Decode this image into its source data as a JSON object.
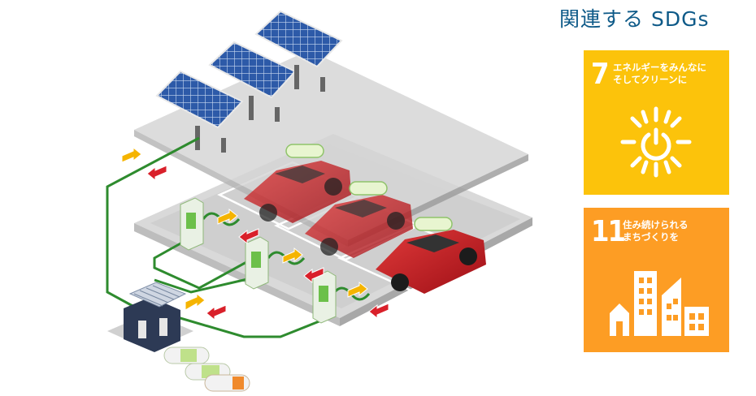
{
  "sdgs": {
    "title": "関連する SDGs",
    "goal7": {
      "number": "7",
      "text_line1": "エネルギーをみんなに",
      "text_line2": "そしてクリーンに",
      "color": "#fcc30b",
      "icon": "sun-power-icon"
    },
    "goal11": {
      "number": "11",
      "text_line1": "住み続けられる",
      "text_line2": "まちづくりを",
      "color": "#fd9d24",
      "icon": "city-buildings-icon"
    }
  },
  "diagram": {
    "colors": {
      "platform": "#dcdcdc",
      "wire": "#2e8b2e",
      "car": "#c8161d",
      "panel": "#2d5aa8",
      "charger": "#6cc04a",
      "arrow_supply": "#f5b400",
      "arrow_return": "#d9202a"
    }
  }
}
